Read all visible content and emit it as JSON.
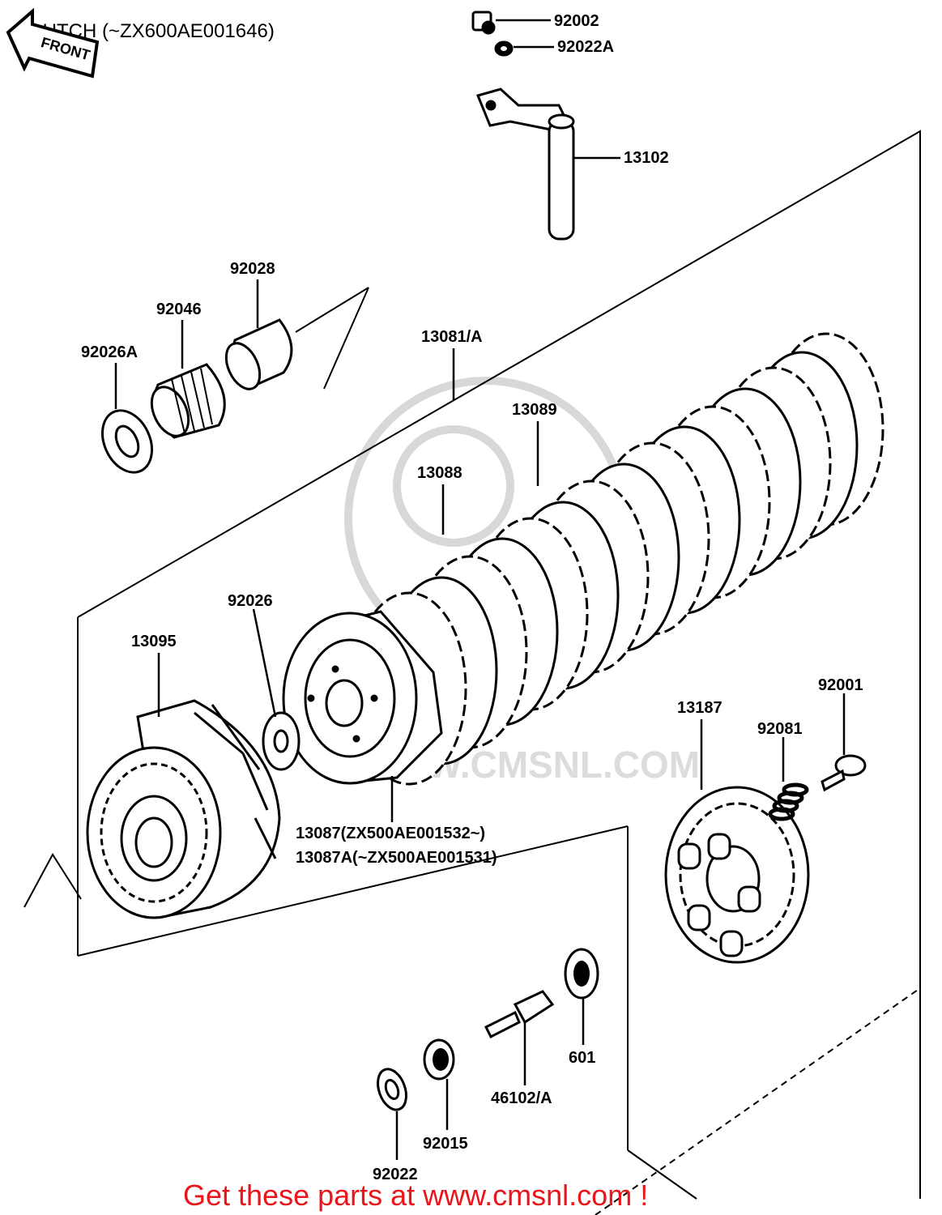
{
  "title": "CLUTCH (~ZX600AE001646)",
  "front_arrow_label": "FRONT",
  "watermark_text": "WWW.CMSNL.COM",
  "footer_text": "Get these parts at www.cmsnl.com !",
  "colors": {
    "footer": "#e8151b",
    "lines": "#000000",
    "background": "#ffffff"
  },
  "parts": {
    "p92002": "92002",
    "p92022A": "92022A",
    "p13102": "13102",
    "p92028": "92028",
    "p92046": "92046",
    "p92026A": "92026A",
    "p13081A": "13081/A",
    "p13089": "13089",
    "p13088": "13088",
    "p92026": "92026",
    "p13095": "13095",
    "p92001": "92001",
    "p13187": "13187",
    "p92081": "92081",
    "p13087": "13087(ZX500AE001532~)",
    "p13087A": "13087A(~ZX500AE001531)",
    "p601": "601",
    "p46102A": "46102/A",
    "p92015": "92015",
    "p92022": "92022"
  }
}
